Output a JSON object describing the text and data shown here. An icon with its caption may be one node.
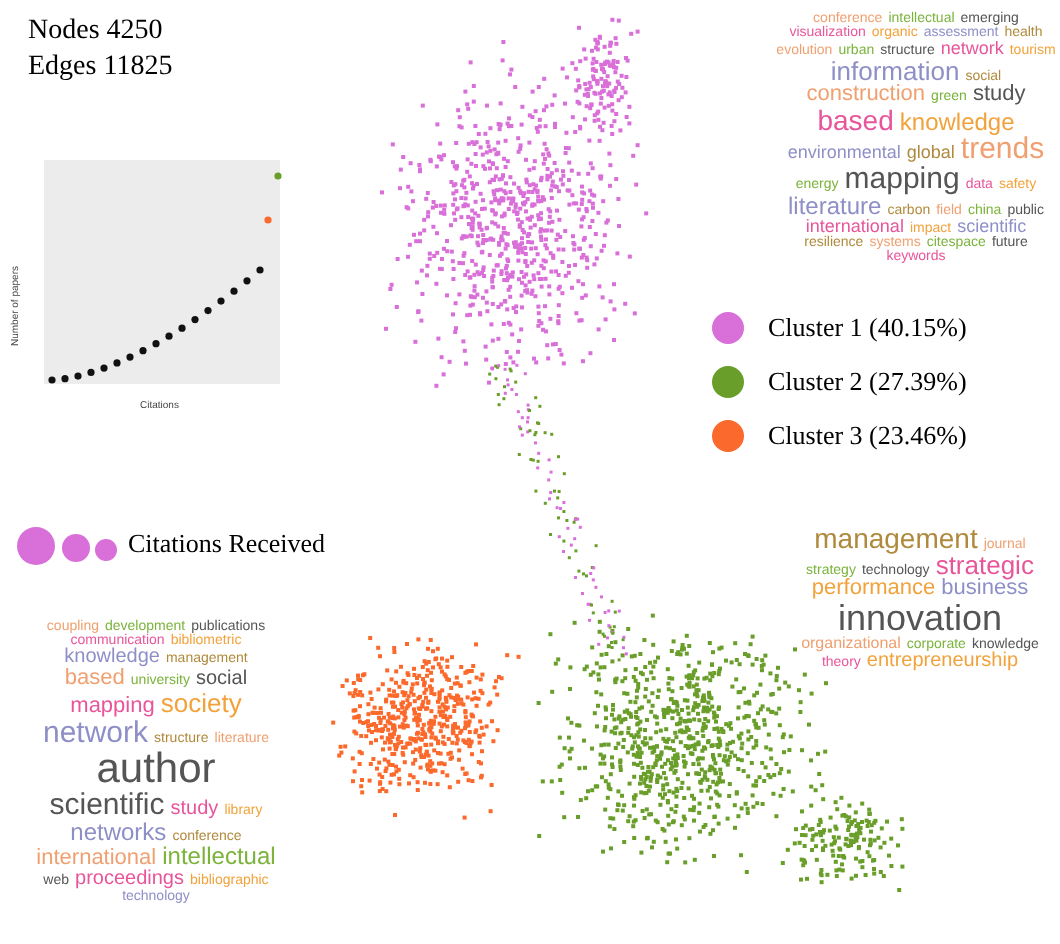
{
  "diagram": {
    "labels": [
      "Nodes 4250",
      "Edges 11825",
      "conference",
      "intellectual",
      "emerging",
      "visualization",
      "organic",
      "assessment",
      "health",
      "evolution",
      "urban",
      "structure",
      "network",
      "tourism",
      "information",
      "social",
      "construction",
      "green",
      "study",
      "based",
      "knowledge",
      "environmental",
      "global",
      "trends",
      "energy",
      "mapping",
      "data",
      "safety",
      "literature",
      "carbon",
      "field",
      "china",
      "public",
      "international",
      "impact",
      "scientific",
      "resilience",
      "systems",
      "citespace",
      "future",
      "keywords",
      "Number of papers",
      "Citations",
      "Citations Received",
      "coupling",
      "development",
      "publications",
      "communication",
      "bibliometric",
      "knowledge",
      "management",
      "based",
      "university",
      "social",
      "mapping",
      "society",
      "network",
      "structure",
      "literature",
      "author",
      "scientific",
      "study",
      "library",
      "networks",
      "conference",
      "international",
      "intellectual",
      "web",
      "proceedings",
      "bibliographic",
      "technology",
      "management",
      "journal",
      "strategy",
      "technology",
      "strategic",
      "performance",
      "business",
      "innovation",
      "organizational",
      "corporate",
      "knowledge",
      "theory",
      "entrepreneurship"
    ],
    "legend": [
      {
        "text": "Cluster 1 (40.15%)",
        "color": "#d96fd8"
      },
      {
        "text": "Cluster 2 (27.39%)",
        "color": "#6a9e2a"
      },
      {
        "text": "Cluster 3 (23.46%)",
        "color": "#fb6a2c"
      }
    ]
  }
}
